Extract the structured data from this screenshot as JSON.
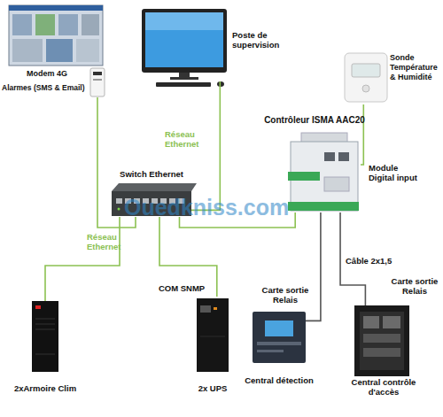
{
  "diagram": {
    "nodes": [
      {
        "text": [
          "Poste de supervision"
        ]
      },
      {
        "text": [
          "Sonde Température & Humidité"
        ]
      },
      {
        "text": [
          "Modem 4G",
          "Alarmes (SMS & Email)"
        ]
      },
      {
        "text": [
          "Switch Ethernet"
        ]
      },
      {
        "text": [
          "Contrôleur ISMA AAC20"
        ]
      },
      {
        "text": [
          "2xArmoire Clim"
        ]
      },
      {
        "text": [
          "COM SNMP",
          "2x UPS"
        ]
      },
      {
        "text": [
          "Carte sortie Relais",
          "Central détection"
        ]
      },
      {
        "text": [
          "Carte sortie Relais",
          "Central contrôle d'accès"
        ]
      }
    ],
    "edges": [
      {
        "from": 3,
        "to": 0,
        "arrow": "none",
        "label": "Réseau Ethernet"
      },
      {
        "from": 2,
        "to": 3,
        "arrow": "none",
        "label": "Réseau Ethernet"
      },
      {
        "from": 3,
        "to": 4,
        "arrow": "none"
      },
      {
        "from": 3,
        "to": 5,
        "arrow": "none"
      },
      {
        "from": 3,
        "to": 6,
        "arrow": "none"
      },
      {
        "from": 4,
        "to": 1,
        "arrow": "none",
        "label": "Module Digital input"
      },
      {
        "from": 4,
        "to": 7,
        "arrow": "none"
      },
      {
        "from": 4,
        "to": 8,
        "arrow": "none"
      }
    ],
    "labels": [
      "Câble 2x1,5",
      "Ouedkniss.com"
    ]
  }
}
